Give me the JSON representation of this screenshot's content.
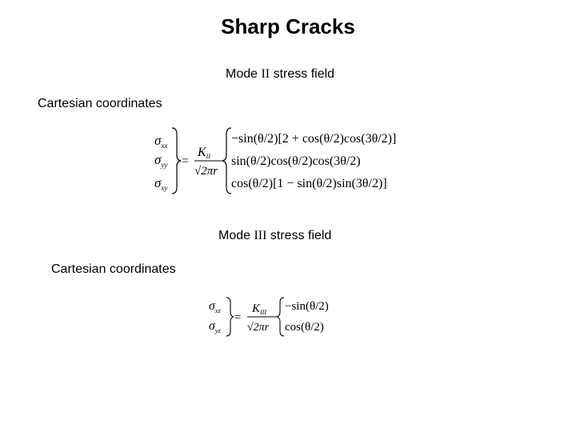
{
  "slide": {
    "title": "Sharp Cracks"
  },
  "mode2": {
    "heading_prefix": "Mode ",
    "heading_numeral": "II",
    "heading_suffix": " stress field",
    "coords_label": "Cartesian coordinates",
    "equation": {
      "lhs": [
        {
          "sym": "σ",
          "sub": "xx"
        },
        {
          "sym": "σ",
          "sub": "yy"
        },
        {
          "sym": "σ",
          "sub": "xy"
        }
      ],
      "equals": "=",
      "factor_num": "K",
      "factor_num_sub": "II",
      "factor_den": "√2πr",
      "rows": [
        "−sin(θ/2)[2 + cos(θ/2)cos(3θ/2)]",
        "sin(θ/2)cos(θ/2)cos(3θ/2)",
        "cos(θ/2)[1 − sin(θ/2)sin(3θ/2)]"
      ]
    }
  },
  "mode3": {
    "heading_prefix": "Mode ",
    "heading_numeral": "III",
    "heading_suffix": " stress field",
    "coords_label": "Cartesian coordinates",
    "equation": {
      "lhs": [
        {
          "sym": "σ",
          "sub": "xz"
        },
        {
          "sym": "σ",
          "sub": "yz"
        }
      ],
      "equals": "=",
      "factor_num": "K",
      "factor_num_sub": "III",
      "factor_den": "√2πr",
      "rows": [
        "−sin(θ/2)",
        "cos(θ/2)"
      ]
    }
  }
}
